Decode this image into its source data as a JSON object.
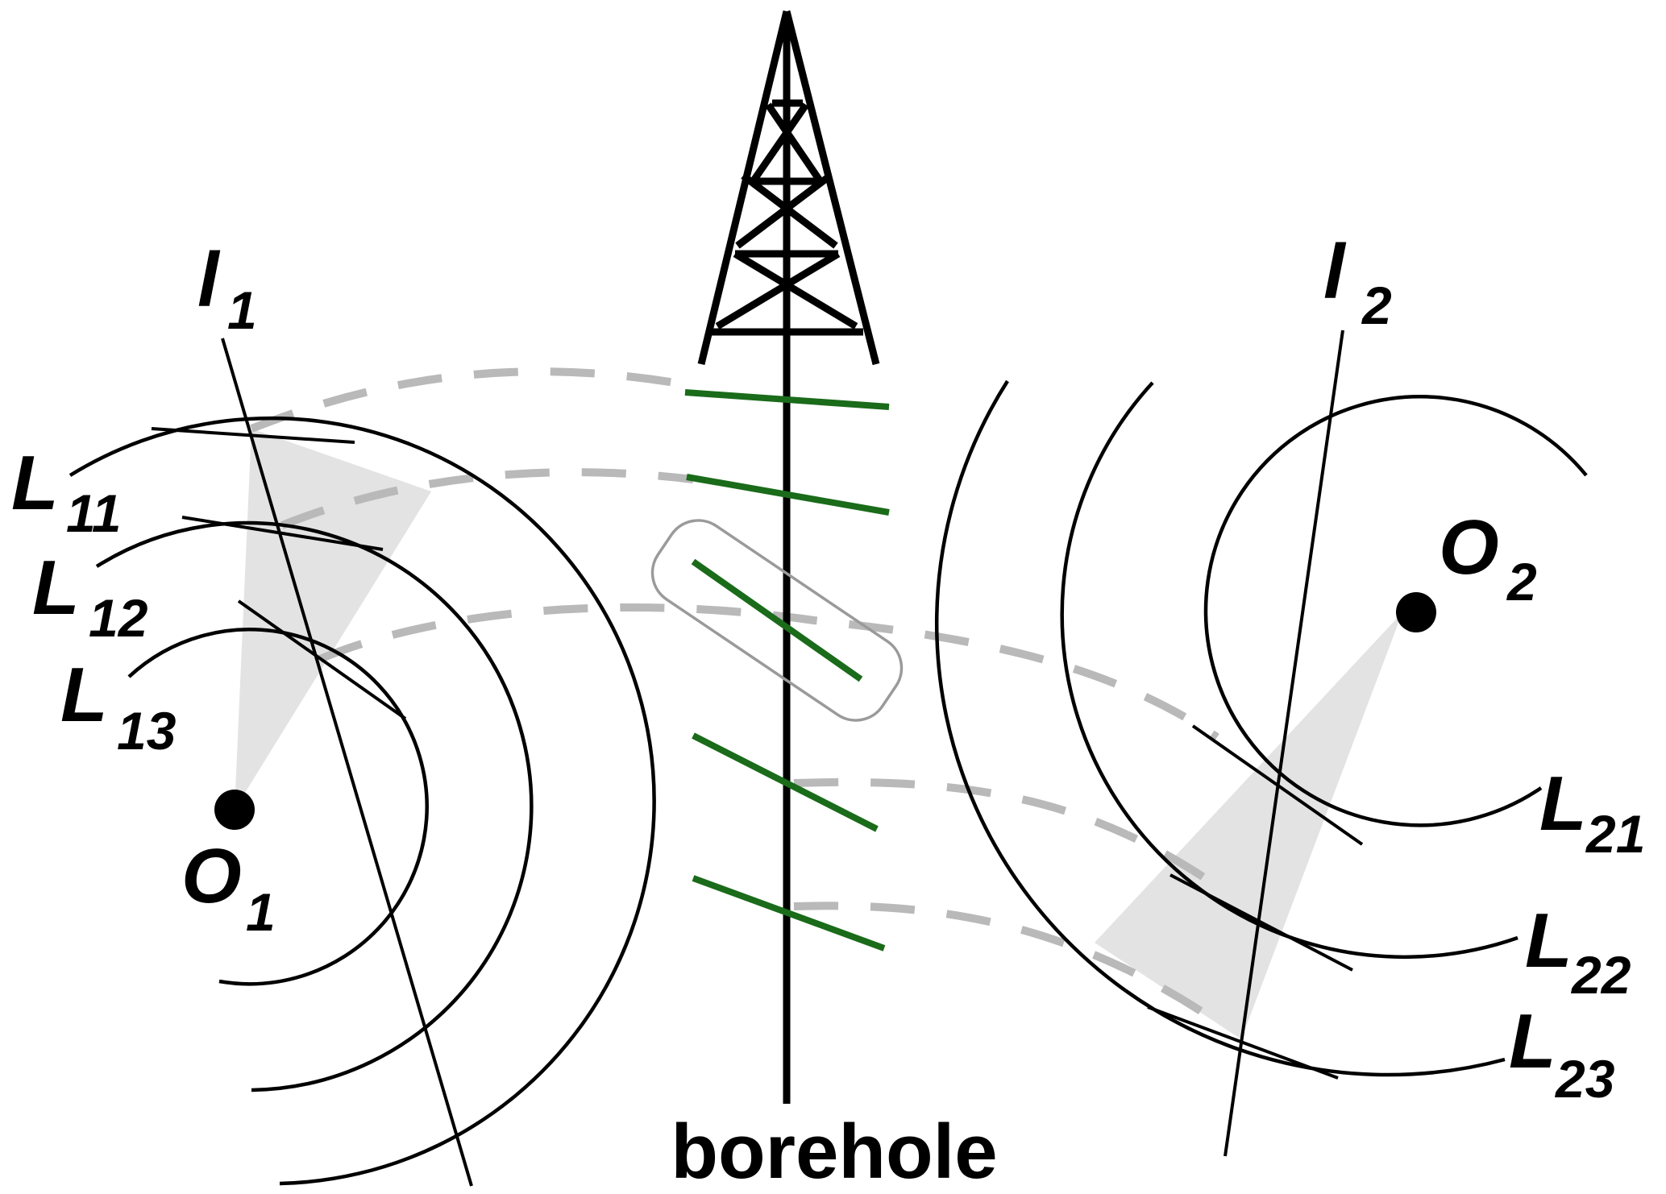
{
  "labels": {
    "l1": {
      "main": "l",
      "sub": "1"
    },
    "l2": {
      "main": "l",
      "sub": "2"
    },
    "L11": {
      "main": "L",
      "sub": "11"
    },
    "L12": {
      "main": "L",
      "sub": "12"
    },
    "L13": {
      "main": "L",
      "sub": "13"
    },
    "O1": {
      "main": "O",
      "sub": "1"
    },
    "O2": {
      "main": "O",
      "sub": "2"
    },
    "L21": {
      "main": "L",
      "sub": "21"
    },
    "L22": {
      "main": "L",
      "sub": "22"
    },
    "L23": {
      "main": "L",
      "sub": "23"
    }
  },
  "caption": "borehole",
  "colors": {
    "bedding": "#1a6b1a",
    "correlation": "#b9b9b9",
    "wedge": "#e3e3e3",
    "ink": "#000000"
  }
}
